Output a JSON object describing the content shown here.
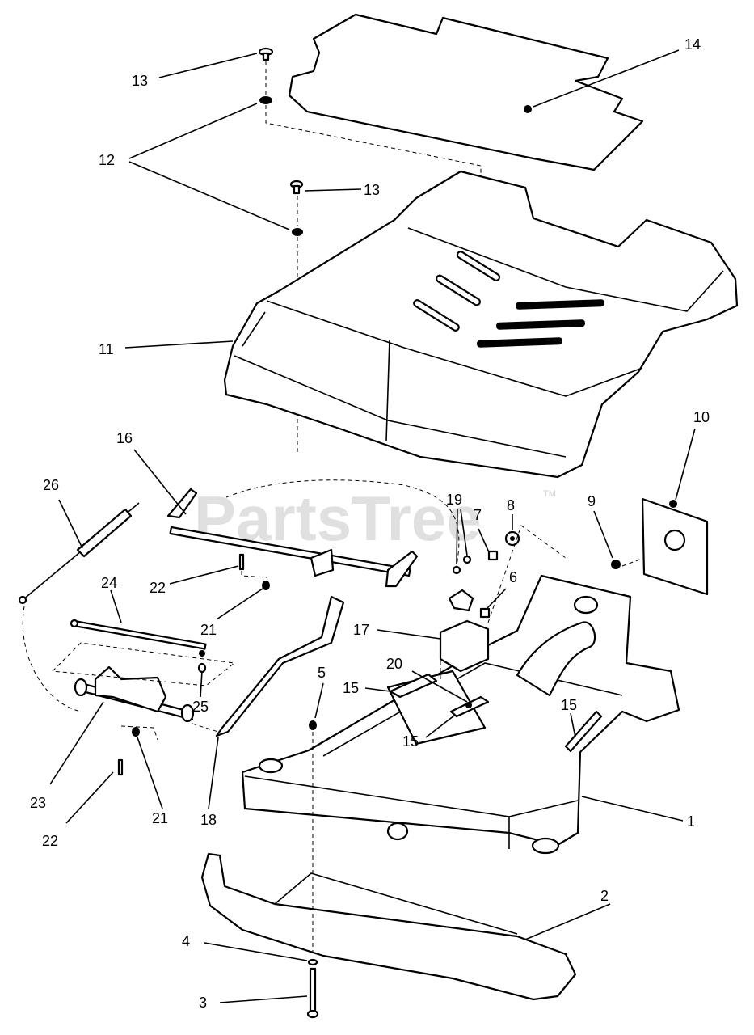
{
  "watermark": {
    "text": "PartsTree",
    "tm": "TM"
  },
  "callouts": [
    {
      "id": "c1",
      "text": "1"
    },
    {
      "id": "c2",
      "text": "2"
    },
    {
      "id": "c3",
      "text": "3"
    },
    {
      "id": "c4",
      "text": "4"
    },
    {
      "id": "c5",
      "text": "5"
    },
    {
      "id": "c6",
      "text": "6"
    },
    {
      "id": "c7",
      "text": "7"
    },
    {
      "id": "c8",
      "text": "8"
    },
    {
      "id": "c9",
      "text": "9"
    },
    {
      "id": "c10",
      "text": "10"
    },
    {
      "id": "c11",
      "text": "11"
    },
    {
      "id": "c12",
      "text": "12"
    },
    {
      "id": "c13a",
      "text": "13"
    },
    {
      "id": "c13b",
      "text": "13"
    },
    {
      "id": "c14",
      "text": "14"
    },
    {
      "id": "c15a",
      "text": "15"
    },
    {
      "id": "c15b",
      "text": "15"
    },
    {
      "id": "c15c",
      "text": "15"
    },
    {
      "id": "c16",
      "text": "16"
    },
    {
      "id": "c17",
      "text": "17"
    },
    {
      "id": "c18",
      "text": "18"
    },
    {
      "id": "c19",
      "text": "19"
    },
    {
      "id": "c20",
      "text": "20"
    },
    {
      "id": "c21a",
      "text": "21"
    },
    {
      "id": "c21b",
      "text": "21"
    },
    {
      "id": "c22a",
      "text": "22"
    },
    {
      "id": "c22b",
      "text": "22"
    },
    {
      "id": "c23",
      "text": "23"
    },
    {
      "id": "c24",
      "text": "24"
    },
    {
      "id": "c25",
      "text": "25"
    },
    {
      "id": "c26",
      "text": "26"
    }
  ]
}
